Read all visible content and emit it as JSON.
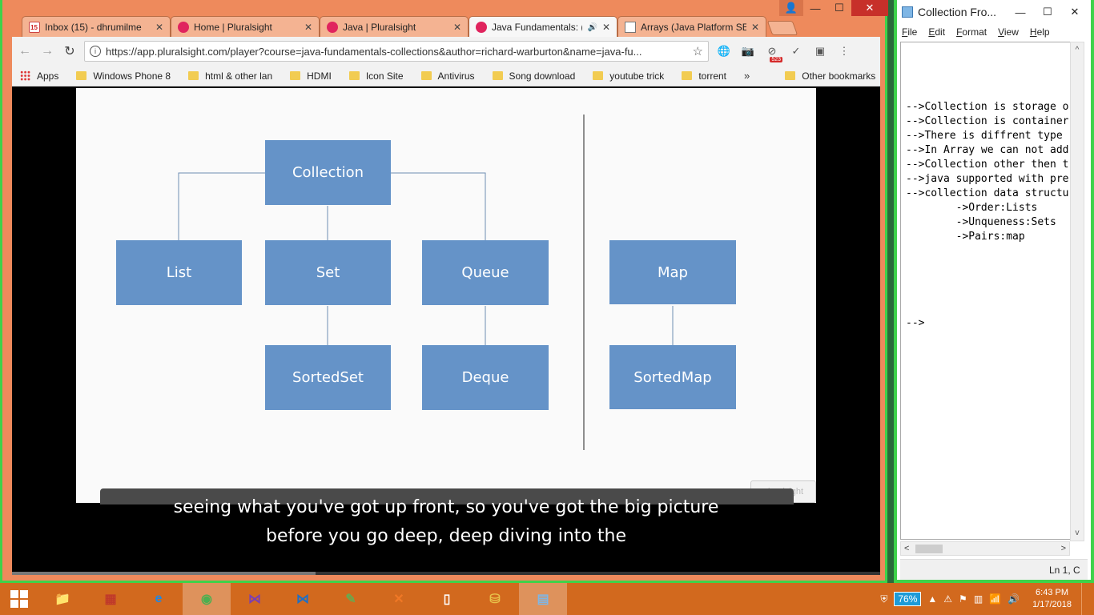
{
  "chrome": {
    "tabs": [
      {
        "title": "Inbox (15) - dhrumilme",
        "icon": "gmail-icon",
        "close": "✕"
      },
      {
        "title": "Home | Pluralsight",
        "icon": "pluralsight-icon",
        "close": "✕"
      },
      {
        "title": "Java | Pluralsight",
        "icon": "pluralsight-icon",
        "close": "✕"
      },
      {
        "title": "Java Fundamentals: (",
        "icon": "pluralsight-icon",
        "close": "✕",
        "audio": "🔊"
      },
      {
        "title": "Arrays (Java Platform SE",
        "icon": "document-icon",
        "close": "✕"
      }
    ],
    "window_buttons": {
      "user": "👤",
      "minimize": "—",
      "maximize": "☐",
      "close": "✕"
    },
    "nav": {
      "back": "←",
      "forward": "→",
      "reload": "↻"
    },
    "address": "https://app.pluralsight.com/player?course=java-fundamentals-collections&author=richard-warburton&name=java-fu...",
    "address_info": "i",
    "star": "☆",
    "extensions": [
      {
        "name": "globe-extension-icon",
        "glyph": "🌐"
      },
      {
        "name": "camera-extension-icon",
        "glyph": "📷"
      },
      {
        "name": "adblock-extension-icon",
        "glyph": "⊘",
        "badge": "523"
      },
      {
        "name": "check-extension-icon",
        "glyph": "✓"
      },
      {
        "name": "screen-extension-icon",
        "glyph": "▣"
      }
    ],
    "menu": "⋮",
    "bookmarks": [
      "Windows Phone 8",
      "html & other lan",
      "HDMI",
      "Icon Site",
      "Antivirus",
      "Song download",
      "youtube trick",
      "torrent"
    ],
    "apps_label": "Apps",
    "bookmarks_more": "»",
    "other_bookmarks": "Other bookmarks"
  },
  "slide": {
    "nodes": {
      "collection": "Collection",
      "list": "List",
      "set": "Set",
      "queue": "Queue",
      "sortedset": "SortedSet",
      "deque": "Deque",
      "map": "Map",
      "sortedmap": "SortedMap"
    },
    "watermark": "pluralsight",
    "caption_line1": "seeing what you've got up front, so you've got the big picture",
    "caption_line2": "before you go deep, deep diving into the",
    "progress": 0.35,
    "colors": {
      "node": "#6593c8",
      "line": "#6f8db3"
    }
  },
  "notepad": {
    "title": "Collection Fro...",
    "window_buttons": {
      "minimize": "—",
      "maximize": "☐",
      "close": "✕"
    },
    "menu": [
      "File",
      "Edit",
      "Format",
      "View",
      "Help"
    ],
    "content": "-->Collection is storage o\n-->Collection is container\n-->There is diffrent type\n-->In Array we can not add\n-->Collection other then t\n-->java supported with pre\n-->collection data structu\n        ->Order:Lists\n        ->Unqueness:Sets\n        ->Pairs:map\n\n\n\n\n\n-->",
    "scroll_up": "^",
    "scroll_down": "v",
    "scroll_left": "<",
    "scroll_right": ">",
    "status": "Ln 1, C"
  },
  "taskbar": {
    "apps": [
      {
        "name": "file-explorer-icon",
        "glyph": "📁",
        "color": "#e8c24a"
      },
      {
        "name": "apps-grid-icon",
        "glyph": "▦",
        "color": "#c0392b"
      },
      {
        "name": "internet-explorer-icon",
        "glyph": "e",
        "color": "#1e88e5"
      },
      {
        "name": "chrome-icon",
        "glyph": "◉",
        "color": "#4caf50",
        "active": true
      },
      {
        "name": "visual-studio-icon",
        "glyph": "⋈",
        "color": "#7b3fb3"
      },
      {
        "name": "visual-studio-code-icon",
        "glyph": "⋈",
        "color": "#1f6fc4"
      },
      {
        "name": "notepad-plus-icon",
        "glyph": "✎",
        "color": "#6aa84f"
      },
      {
        "name": "xampp-icon",
        "glyph": "✕",
        "color": "#f07826"
      },
      {
        "name": "blank-document-icon",
        "glyph": "▯",
        "color": "#ffffff"
      },
      {
        "name": "database-tool-icon",
        "glyph": "⛁",
        "color": "#e8c24a"
      },
      {
        "name": "notepad-icon",
        "glyph": "▤",
        "color": "#7fb6e5",
        "active": true
      }
    ],
    "battery": "76%",
    "time": "6:43 PM",
    "date": "1/17/2018",
    "tray_glyphs": {
      "shield": "⛨",
      "up": "▲",
      "warning": "⚠",
      "flag": "⚑",
      "device": "▥",
      "signal": "📶",
      "volume": "🔊"
    }
  }
}
